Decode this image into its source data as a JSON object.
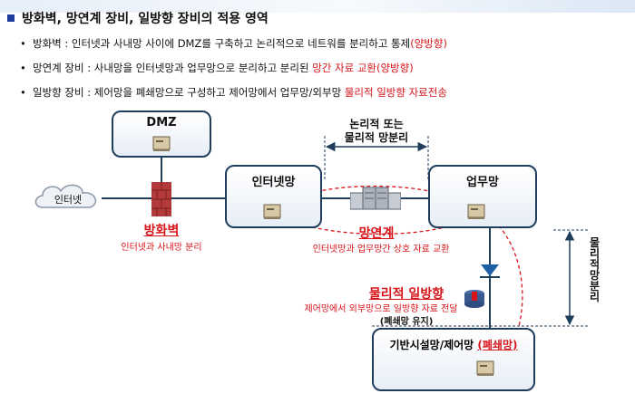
{
  "heading": "방화벽, 망연계 장비, 일방향 장비의 적용 영역",
  "bullets": [
    {
      "marker": "•",
      "text": "방화벽 : 인터넷과 사내망 사이에 DMZ를 구축하고 논리적으로 네트워를 분리하고 통제",
      "highlight": "(양방향)"
    },
    {
      "marker": "•",
      "text": "망연계 장비 : 사내망을 인터넷망과 업무망으로 분리하고 분리된 ",
      "highlight": "망간 자료 교환(양방향)"
    },
    {
      "marker": "•",
      "text": "일방향 장비 :  제어망을 폐쇄망으로 구성하고 제어망에서 업무망/외부망 ",
      "highlight": "물리적 일방향 자료전송"
    }
  ],
  "diagram": {
    "dmz": "DMZ",
    "internet_cloud": "인터넷",
    "internet_zone": "인터넷망",
    "business_zone": "업무망",
    "control_zone": "기반시설망/제어망",
    "control_zone_suffix": "(폐쇄망)",
    "separation_label_line1": "논리적 또는",
    "separation_label_line2": "물리적 망분리",
    "firewall": {
      "title": "방화벽",
      "desc": "인터넷과 사내망 분리"
    },
    "link_device": {
      "title": "망연계",
      "desc": "인터넷망과 업무망간 상호 자료 교환"
    },
    "oneway_device": {
      "title": "물리적 일방향",
      "desc": "제어망에서 외부망으로 일방향 자료 전달",
      "note": "(폐쇄망 유지)"
    },
    "vertical_label": "물리적 망분리"
  },
  "colors": {
    "accent_red": "#d7141a",
    "border_navy": "#1f3d5c",
    "title_marker": "#1f3d9e"
  }
}
